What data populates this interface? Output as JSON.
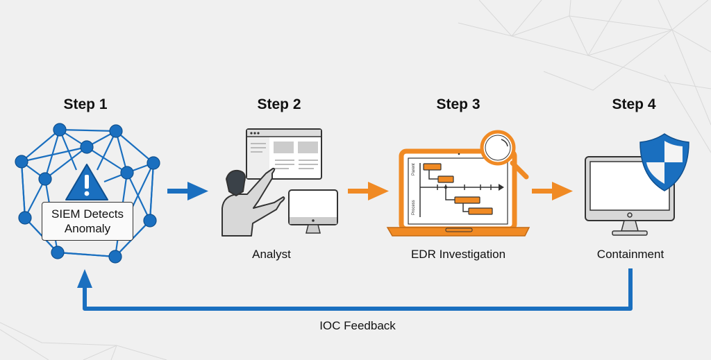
{
  "steps": [
    {
      "label": "Step 1",
      "caption_line1": "SIEM Detects",
      "caption_line2": "Anomaly",
      "icon": "network-alert-icon"
    },
    {
      "label": "Step 2",
      "caption": "Analyst",
      "icon": "analyst-at-screens-icon"
    },
    {
      "label": "Step 3",
      "caption": "EDR Investigation",
      "icon": "laptop-process-tree-icon",
      "tree_labels": {
        "parent": "Parent",
        "process": "Process"
      }
    },
    {
      "label": "Step 4",
      "caption": "Containment",
      "icon": "monitor-shield-icon"
    }
  ],
  "feedback": {
    "label": "IOC Feedback"
  },
  "colors": {
    "blue": "#1a6fbf",
    "orange": "#f08a24",
    "background": "#f0f0f0"
  }
}
